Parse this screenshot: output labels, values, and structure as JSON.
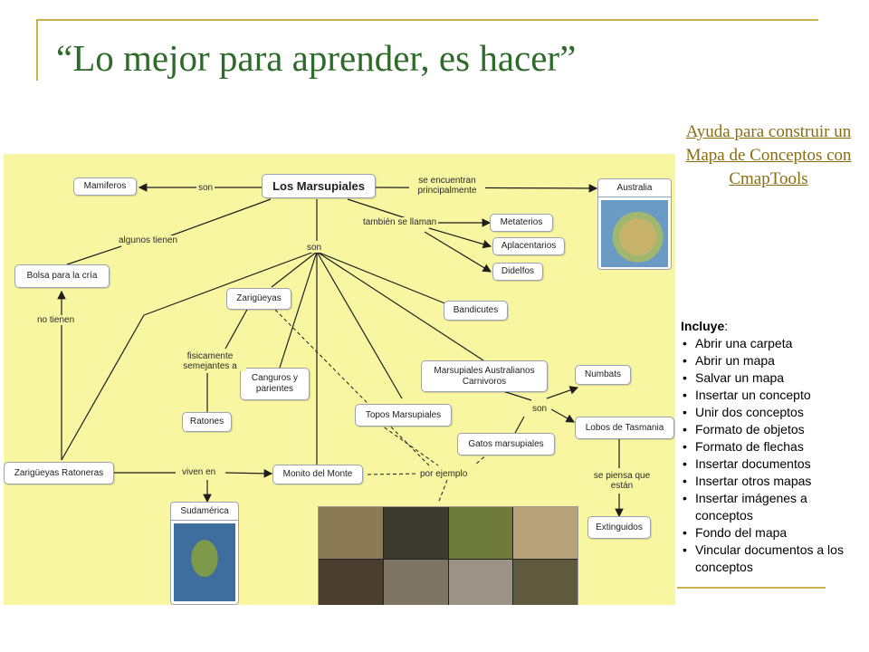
{
  "slide": {
    "title": "“Lo mejor para aprender, es hacer”",
    "help_link": "Ayuda para construir un Mapa de Conceptos con CmapTools",
    "includes_label": "Incluye",
    "includes_items": [
      "Abrir una carpeta",
      "Abrir un mapa",
      "Salvar un mapa",
      "Insertar un concepto",
      "Unir dos conceptos",
      "Formato de objetos",
      "Formato de flechas",
      "Insertar documentos",
      "Insertar otros mapas",
      "Insertar imágenes a conceptos",
      "Fondo del mapa",
      "Vincular documentos a los conceptos"
    ]
  },
  "cmap": {
    "nodes": {
      "main": "Los Marsupiales",
      "mamiferos": "Mamiferos",
      "australia": "Australia",
      "metaterios": "Metaterios",
      "aplacentarios": "Aplacentarios",
      "didelfos": "Didelfos",
      "bolsa": "Bolsa para la cría",
      "zarigueyas": "Zarigüeyas",
      "bandicutes": "Bandicutes",
      "canguros": "Canguros y parientes",
      "ratones": "Ratones",
      "topos": "Topos Marsupiales",
      "carnivoros": "Marsupiales Australianos Carnivoros",
      "numbats": "Numbats",
      "lobos": "Lobos de Tasmania",
      "gatos": "Gatos marsupiales",
      "ratoneras": "Zarigüeyas Ratoneras",
      "monito": "Monito del Monte",
      "sudamerica": "Sudamérica",
      "extinguidos": "Extinguidos"
    },
    "links": {
      "son1": "son",
      "se_encuentran": "se encuentran principalmente",
      "tambien": "también se llaman",
      "algunos": "algunos tienen",
      "son2": "son",
      "no_tienen": "no tienen",
      "fisicamente": "fisicamente semejantes a",
      "son3": "son",
      "viven": "viven en",
      "ejemplo": "por ejemplo",
      "piensa": "se piensa que están"
    },
    "colors": {
      "background": "#f9f6a2",
      "node_border": "#9aa3b5",
      "accent_gold": "#c9b24a",
      "title_green": "#2e6b2a",
      "link_brown": "#8a6d12"
    }
  }
}
